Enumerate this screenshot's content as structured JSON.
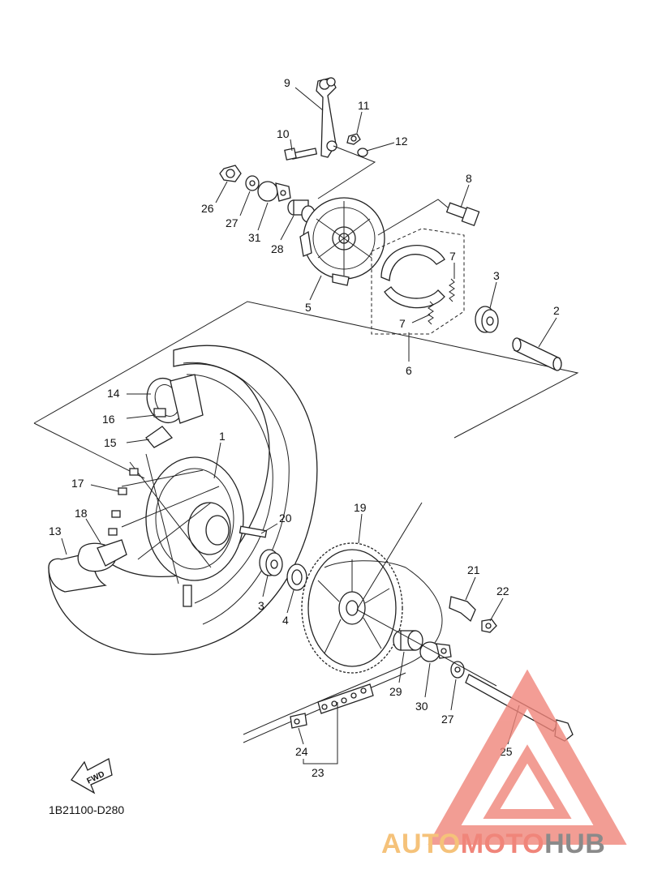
{
  "diagram_code": "1B21100-D280",
  "fwd_label": "FWD",
  "logo": {
    "part1": "AUTO",
    "part2": "MOTO",
    "part3": "HUB",
    "color1": "#f5c27a",
    "color2": "#f0857a",
    "color3": "#8a8a8a",
    "mark_color": "#f0857a"
  },
  "callouts": [
    {
      "id": "c9",
      "text": "9"
    },
    {
      "id": "c11",
      "text": "11"
    },
    {
      "id": "c10",
      "text": "10"
    },
    {
      "id": "c12",
      "text": "12"
    },
    {
      "id": "c8",
      "text": "8"
    },
    {
      "id": "c26",
      "text": "26"
    },
    {
      "id": "c27a",
      "text": "27"
    },
    {
      "id": "c31",
      "text": "31"
    },
    {
      "id": "c28",
      "text": "28"
    },
    {
      "id": "c7a",
      "text": "7"
    },
    {
      "id": "c7b",
      "text": "7"
    },
    {
      "id": "c3a",
      "text": "3"
    },
    {
      "id": "c5",
      "text": "5"
    },
    {
      "id": "c2",
      "text": "2"
    },
    {
      "id": "c6",
      "text": "6"
    },
    {
      "id": "c14",
      "text": "14"
    },
    {
      "id": "c16",
      "text": "16"
    },
    {
      "id": "c15",
      "text": "15"
    },
    {
      "id": "c1",
      "text": "1"
    },
    {
      "id": "c17",
      "text": "17"
    },
    {
      "id": "c19",
      "text": "19"
    },
    {
      "id": "c18",
      "text": "18"
    },
    {
      "id": "c20",
      "text": "20"
    },
    {
      "id": "c13",
      "text": "13"
    },
    {
      "id": "c21",
      "text": "21"
    },
    {
      "id": "c22",
      "text": "22"
    },
    {
      "id": "c3b",
      "text": "3"
    },
    {
      "id": "c4",
      "text": "4"
    },
    {
      "id": "c29",
      "text": "29"
    },
    {
      "id": "c30",
      "text": "30"
    },
    {
      "id": "c27b",
      "text": "27"
    },
    {
      "id": "c24",
      "text": "24"
    },
    {
      "id": "c25",
      "text": "25"
    },
    {
      "id": "c23",
      "text": "23"
    }
  ]
}
